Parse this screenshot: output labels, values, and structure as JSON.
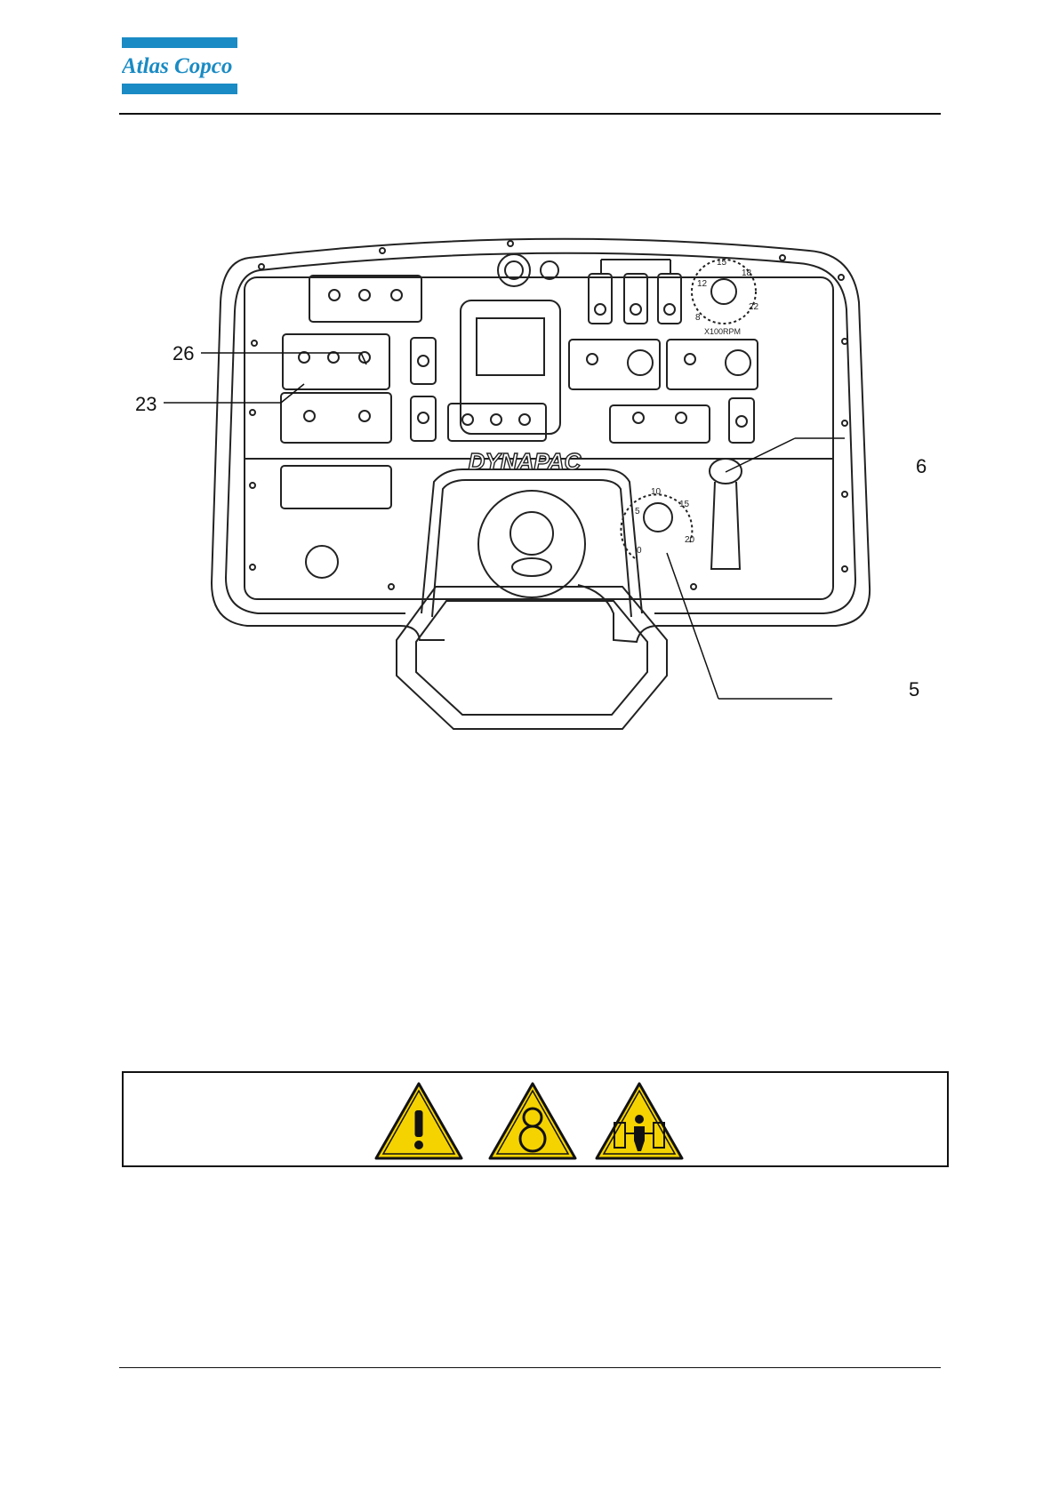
{
  "header": {
    "logo_text": "Atlas Copco",
    "brand_color": "#1a8bc4"
  },
  "figure": {
    "panel_brand": "DYNAPAC",
    "rpm_dial": {
      "ticks": [
        "8",
        "12",
        "15",
        "18",
        "22"
      ],
      "unit": "X100RPM"
    },
    "speed_dial": {
      "ticks": [
        "0",
        "5",
        "10",
        "15",
        "20"
      ]
    },
    "callouts": [
      {
        "label": "26"
      },
      {
        "label": "23"
      },
      {
        "label": "6"
      },
      {
        "label": "5"
      }
    ]
  },
  "warning": {
    "signs": [
      {
        "icon": "general-warning-icon"
      },
      {
        "icon": "rotating-parts-warning-icon"
      },
      {
        "icon": "crush-hazard-warning-icon"
      }
    ],
    "sign_fill": "#f5d300"
  }
}
